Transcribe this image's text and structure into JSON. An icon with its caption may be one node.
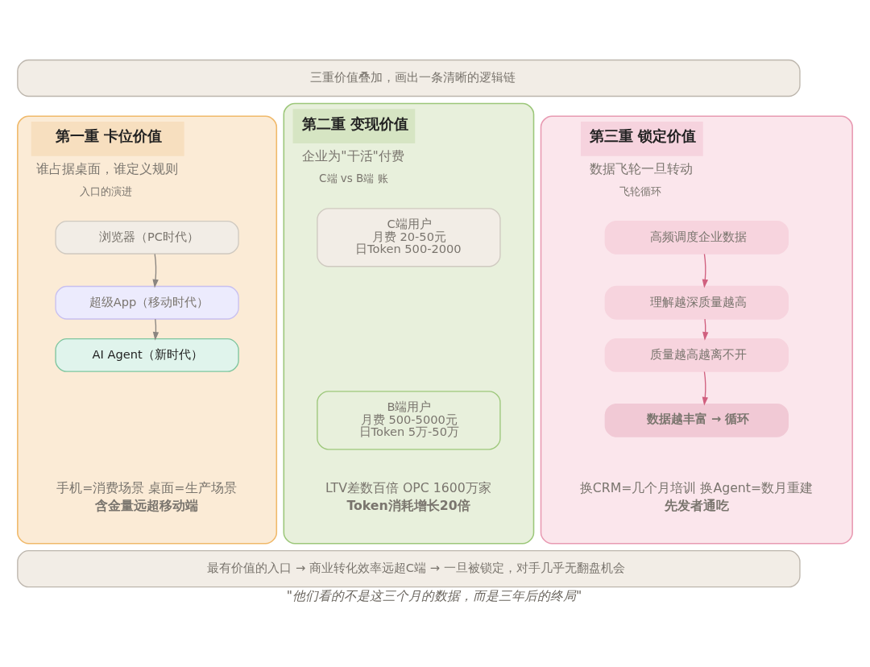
{
  "diagram": {
    "caption": "\"他们看的不是这三个月的数据，而是三年后的终局\"",
    "nodes": [
      {
        "text": [
          "三重价值叠加，画出一条清晰的逻辑链"
        ]
      },
      {
        "text": [
          "第一重 卡位价值",
          "谁占据桌面，谁定义规则",
          "入口的演进",
          "手机=消费场景 桌面=生产场景",
          "含金量远超移动端"
        ]
      },
      {
        "text": [
          "浏览器（PC时代）"
        ],
        "in": 1
      },
      {
        "text": [
          "超级App（移动时代）"
        ],
        "in": 1
      },
      {
        "text": [
          "AI Agent（新时代）"
        ],
        "in": 1
      },
      {
        "text": [
          "第二重 变现价值",
          "企业为\"干活\"付费",
          "C端 vs B端 账",
          "LTV差数百倍 OPC 1600万家",
          "Token消耗增长20倍"
        ]
      },
      {
        "text": [
          "C端用户",
          "月费 20-50元",
          "日Token 500-2000"
        ],
        "in": 5
      },
      {
        "text": [
          "B端用户",
          "月费 500-5000元",
          "日Token 5万-50万"
        ],
        "in": 5
      },
      {
        "text": [
          "第三重 锁定价值",
          "数据飞轮一旦转动",
          "飞轮循环",
          "换CRM=几个月培训 换Agent=数月重建",
          "先发者通吃"
        ]
      },
      {
        "text": [
          "高频调度企业数据"
        ],
        "in": 8
      },
      {
        "text": [
          "理解越深质量越高"
        ],
        "in": 8
      },
      {
        "text": [
          "质量越高越离不开"
        ],
        "in": 8
      },
      {
        "text": [
          "数据越丰富 → 循环"
        ],
        "in": 8
      },
      {
        "text": [
          "最有价值的入口 → 商业转化效率远超C端 → 一旦被锁定，对手几乎无翻盘机会"
        ]
      }
    ],
    "edges": [
      {
        "from": 2,
        "to": 3,
        "arrow": "to",
        "color": "#8a8580"
      },
      {
        "from": 3,
        "to": 4,
        "arrow": "to",
        "color": "#8a8580"
      },
      {
        "from": 9,
        "to": 10,
        "arrow": "to"
      },
      {
        "from": 10,
        "to": 11,
        "arrow": "to"
      },
      {
        "from": 11,
        "to": 12,
        "arrow": "to"
      }
    ]
  }
}
